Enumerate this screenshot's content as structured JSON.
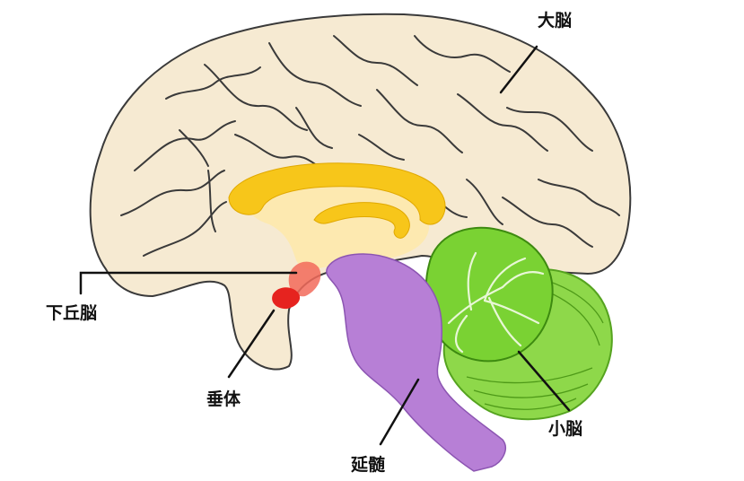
{
  "labels": {
    "cerebrum": "大脳",
    "hypothalamus": "下丘脳",
    "pituitary": "垂体",
    "cerebellum": "小脳",
    "medulla": "延髄"
  },
  "icons": {
    "brain": "brain-sagittal-section-icon"
  },
  "colors": {
    "cerebrum": "#f6ead2",
    "outline": "#3a3a3a",
    "corpus_callosum": "#f7c61a",
    "inner_region": "#fde9b0",
    "hypothalamus": "#f26a5a",
    "pituitary": "#e6231f",
    "brainstem": "#b77fd6",
    "cerebellum_outer": "#8ed84a",
    "cerebellum_inner": "#7ad233"
  }
}
